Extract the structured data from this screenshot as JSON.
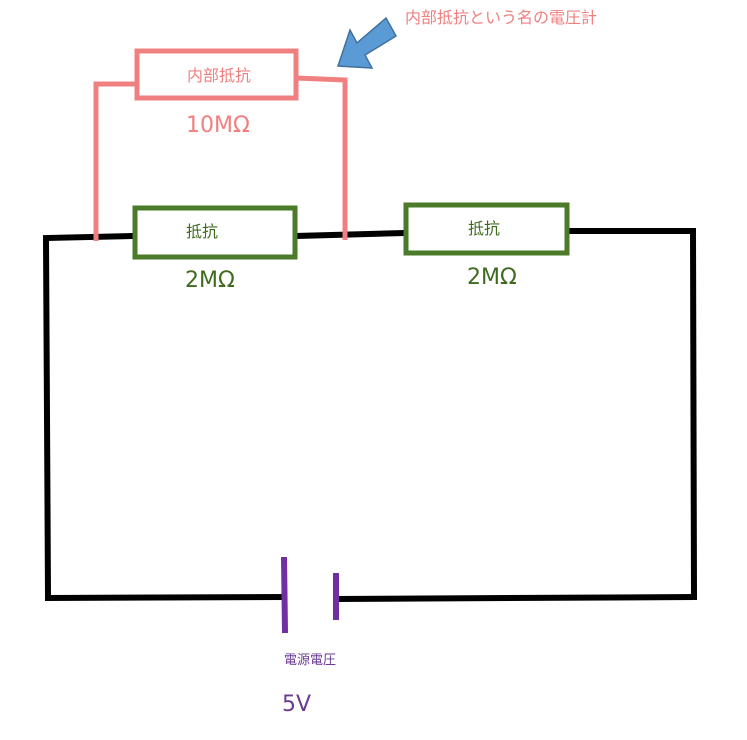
{
  "annotation": {
    "text": "内部抵抗という名の電圧計",
    "arrow_icon": "arrow-pointing-down-left"
  },
  "voltmeter": {
    "label": "内部抵抗",
    "value": "10MΩ"
  },
  "resistor_1": {
    "label": "抵抗",
    "value": "2MΩ"
  },
  "resistor_2": {
    "label": "抵抗",
    "value": "2MΩ"
  },
  "battery": {
    "label": "電源電圧",
    "value": "5V"
  },
  "colors": {
    "wire": "#000000",
    "voltmeter": "#f08080",
    "resistor": "#4a7a2a",
    "battery": "#7030a0",
    "arrow": "#5b9bd5"
  }
}
